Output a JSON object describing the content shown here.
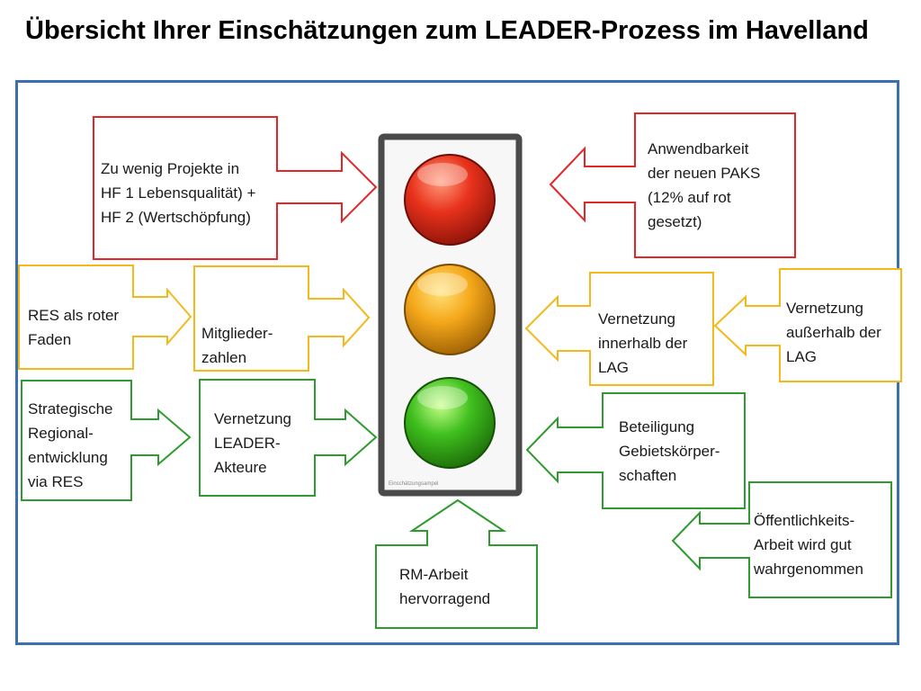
{
  "title": "Übersicht Ihrer Einschätzungen zum LEADER-Prozess im Havelland",
  "colors": {
    "frame": "#3b71b2",
    "red": "#e3262a",
    "yellow": "#f5b81a",
    "green": "#2e9b2e",
    "light_case": "#4a4a4a"
  },
  "traffic_light": {
    "lights": [
      "red",
      "yellow",
      "green"
    ],
    "caption": "Einschätzungsampel"
  },
  "callouts": [
    {
      "id": "projekte",
      "color": "red",
      "direction": "right",
      "lines": [
        "Zu wenig Projekte in",
        "HF 1 Lebensqualität) +",
        "HF 2 (Wertschöpfung)"
      ]
    },
    {
      "id": "paks",
      "color": "red",
      "direction": "left",
      "lines": [
        "Anwendbarkeit",
        "der neuen PAKS",
        "(12% auf rot",
        "gesetzt)"
      ]
    },
    {
      "id": "res-faden",
      "color": "yellow",
      "direction": "right",
      "lines": [
        "RES als roter",
        "Faden"
      ]
    },
    {
      "id": "mitglieder",
      "color": "yellow",
      "direction": "right",
      "lines": [
        "Mitglieder-",
        "zahlen"
      ]
    },
    {
      "id": "vernetzung-innerhalb",
      "color": "yellow",
      "direction": "left",
      "lines": [
        "Vernetzung",
        "innerhalb der",
        "LAG"
      ]
    },
    {
      "id": "vernetzung-ausserhalb",
      "color": "yellow",
      "direction": "left",
      "lines": [
        "Vernetzung",
        "außerhalb der",
        "LAG"
      ]
    },
    {
      "id": "strategische",
      "color": "green",
      "direction": "right",
      "lines": [
        "Strategische",
        "Regional-",
        "entwicklung",
        "via RES"
      ]
    },
    {
      "id": "vernetzung-leader",
      "color": "green",
      "direction": "right",
      "lines": [
        "Vernetzung",
        "LEADER-",
        "Akteure"
      ]
    },
    {
      "id": "beteiligung",
      "color": "green",
      "direction": "left",
      "lines": [
        "Beteiligung",
        "Gebietskörper-",
        "schaften"
      ]
    },
    {
      "id": "oeffentlichkeit",
      "color": "green",
      "direction": "left",
      "lines": [
        "Öffentlichkeits-",
        "Arbeit wird gut",
        "wahrgenommen"
      ]
    },
    {
      "id": "rm-arbeit",
      "color": "green",
      "direction": "up",
      "lines": [
        "RM-Arbeit",
        "hervorragend"
      ]
    }
  ]
}
